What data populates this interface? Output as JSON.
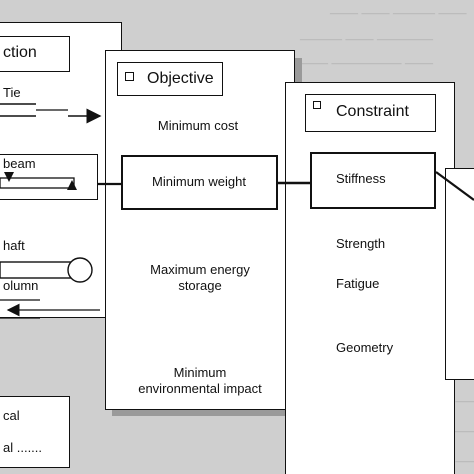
{
  "function_panel": {
    "title": "ction",
    "items": {
      "tie": "Tie",
      "beam": "beam",
      "shaft": "haft",
      "column": "olumn"
    }
  },
  "objective_panel": {
    "title": "Objective",
    "items": {
      "min_cost": "Minimum cost",
      "min_weight": "Minimum weight",
      "max_energy_line1": "Maximum energy",
      "max_energy_line2": "storage",
      "min_env_line1": "Minimum",
      "min_env_line2": "environmental  impact"
    }
  },
  "constraint_panel": {
    "title": "Constraint",
    "items": {
      "stiffness": "Stiffness",
      "strength": "Strength",
      "fatigue": "Fatigue",
      "geometry": "Geometry"
    }
  },
  "bottom_box": {
    "line1": "cal",
    "line2": "al ......."
  }
}
